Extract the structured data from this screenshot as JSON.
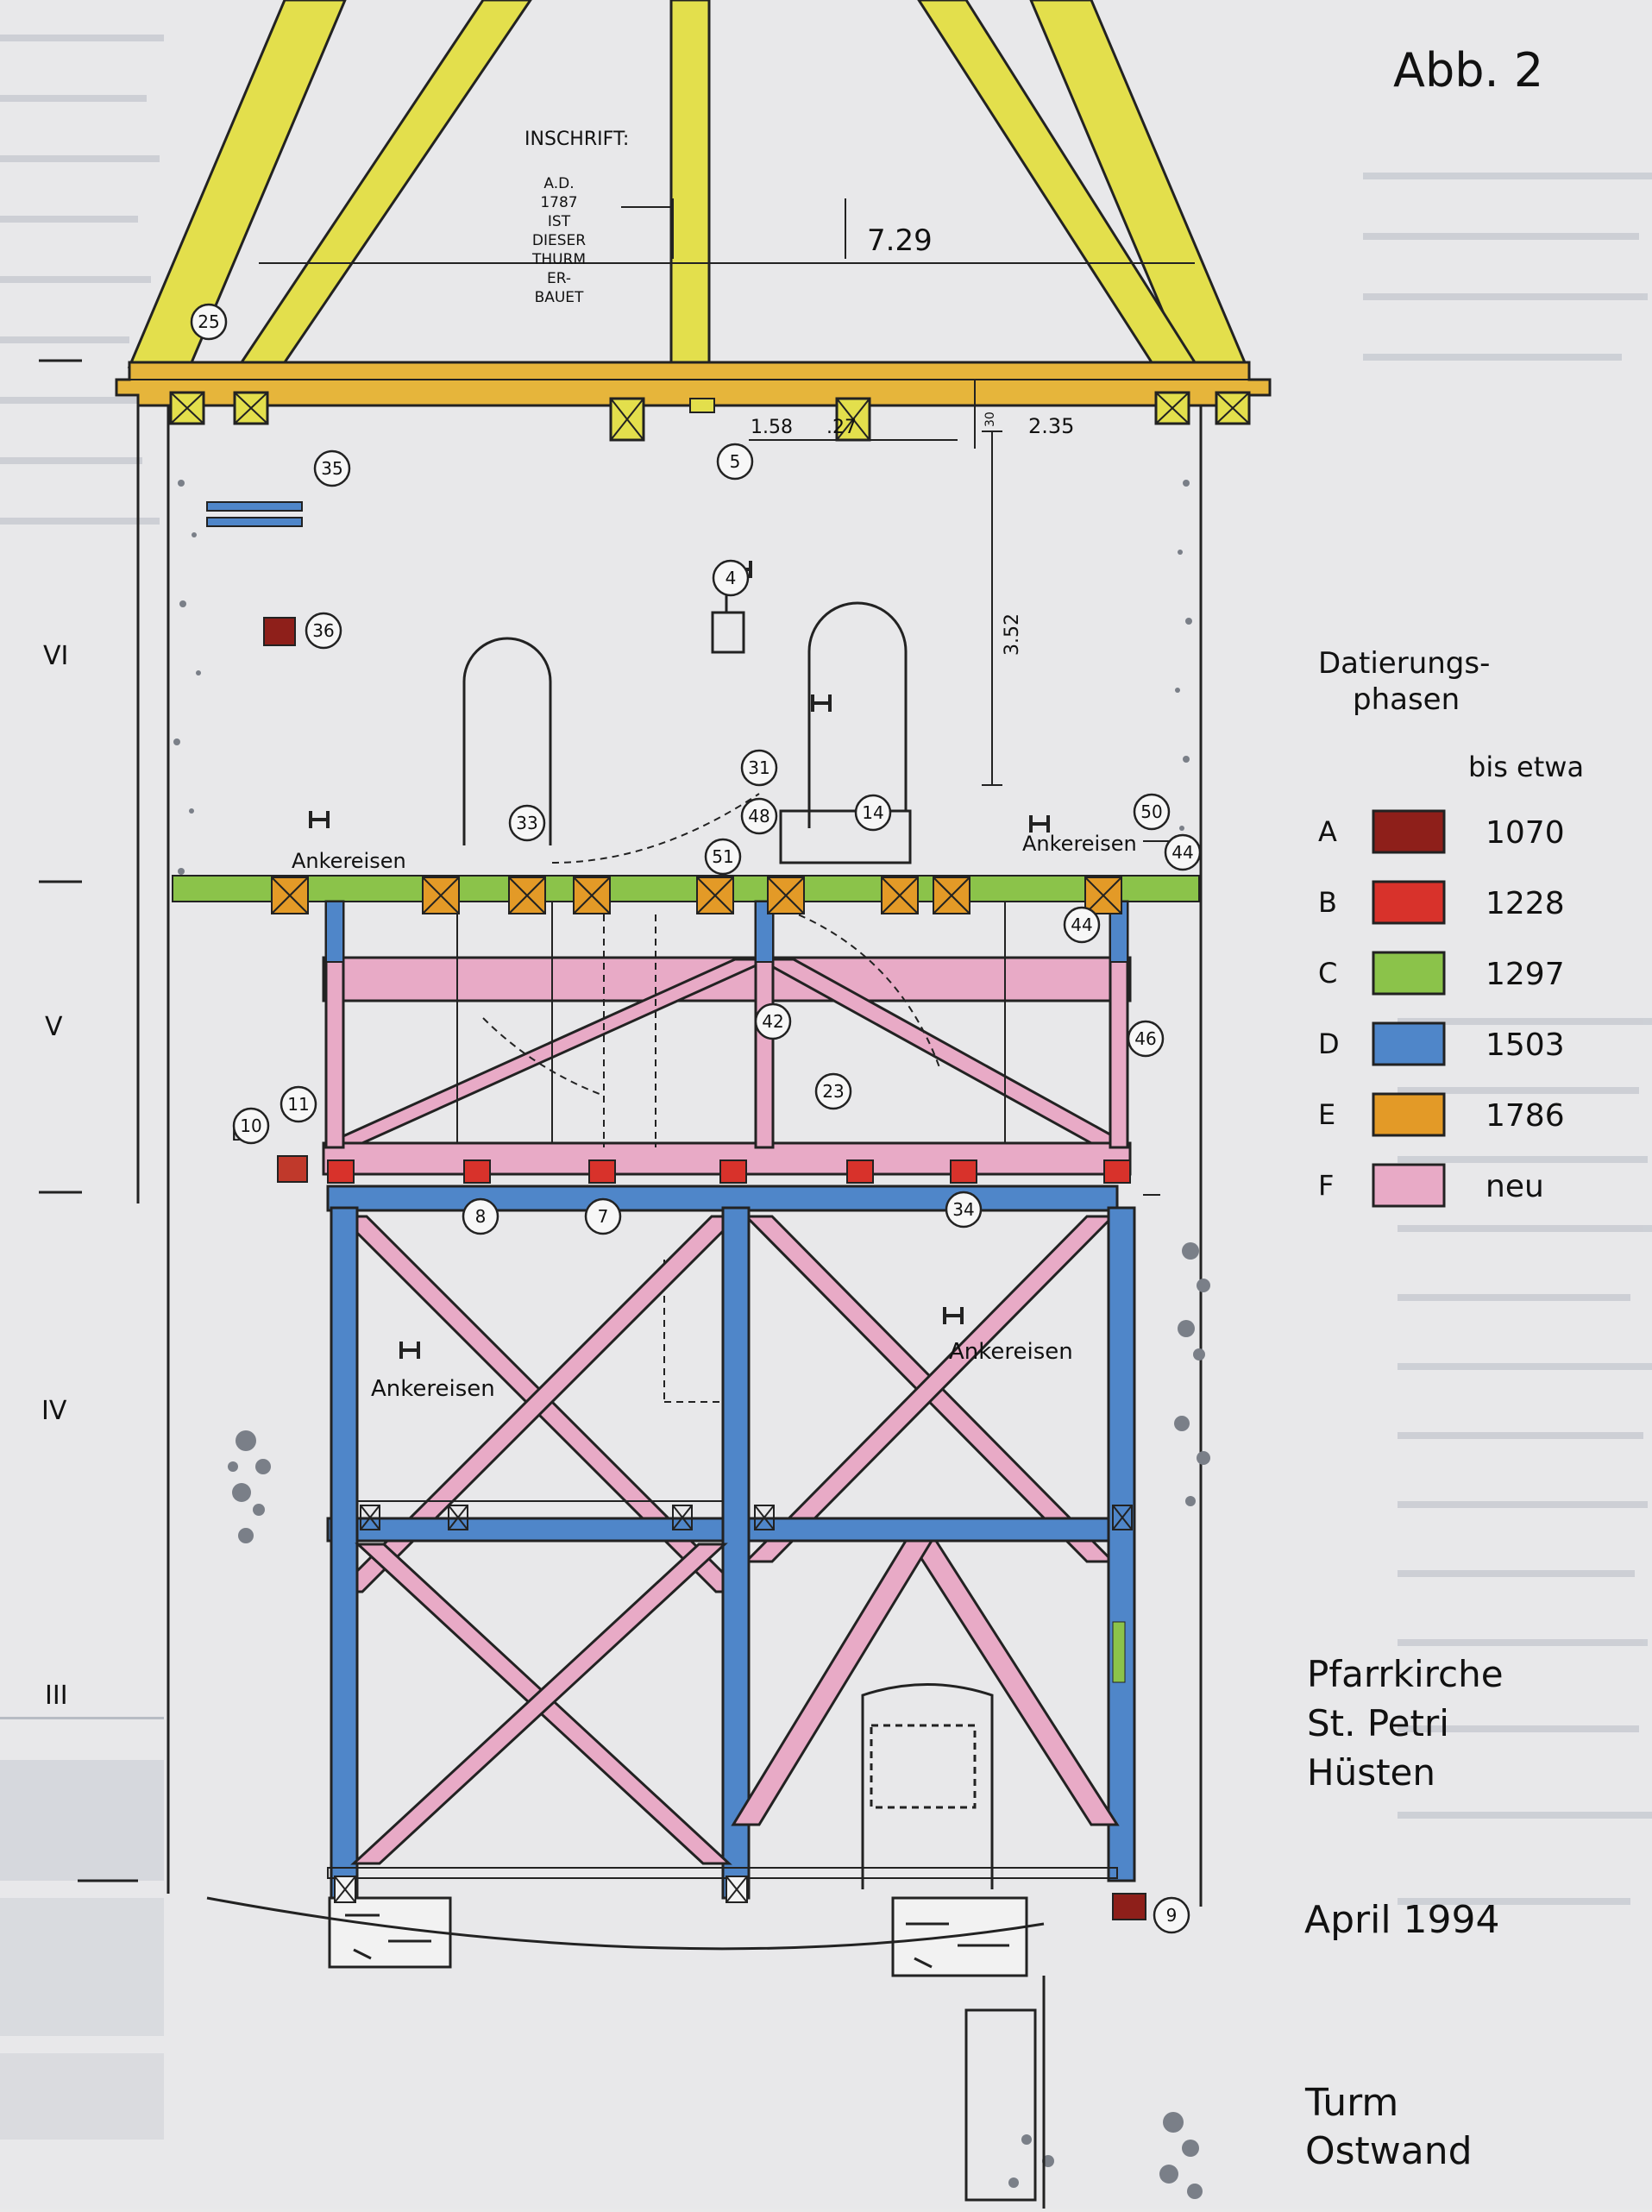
{
  "figure_label": "Abb. 2",
  "inscription": {
    "heading": "INSCHRIFT:",
    "lines": [
      "A.D.",
      "1787",
      "IST",
      "DIESER",
      "THURM",
      "ER-",
      "BAUET"
    ]
  },
  "dimensions": {
    "roof_width": "7.29",
    "bay_1": "1.58",
    "bay_2": ".27",
    "bay_3": "2.35",
    "vertical_1": "3.52",
    "vertical_2": "30"
  },
  "floors": {
    "vi": "VI",
    "v": "V",
    "iv": "IV",
    "iii": "III"
  },
  "labels": {
    "ankereisen_1": "Ankereisen",
    "ankereisen_2": "Ankereisen",
    "ankereisen_3": "Ankereisen",
    "ankereisen_4": "Ankereisen",
    "mark_b_upper": "B",
    "mark_b_lower": "B"
  },
  "markers": [
    "25",
    "35",
    "36",
    "5",
    "4",
    "31",
    "48",
    "14",
    "50",
    "33",
    "51",
    "44",
    "44",
    "42",
    "46",
    "23",
    "11",
    "10",
    "8",
    "7",
    "34",
    "9"
  ],
  "legend": {
    "title_1": "Datierungs-",
    "title_2": "phasen",
    "column_header": "bis etwa",
    "items": [
      {
        "letter": "A",
        "year": "1070",
        "color": "#8e1f1a"
      },
      {
        "letter": "B",
        "year": "1228",
        "color": "#d8322b"
      },
      {
        "letter": "C",
        "year": "1297",
        "color": "#8bc34a"
      },
      {
        "letter": "D",
        "year": "1503",
        "color": "#4f86c9"
      },
      {
        "letter": "E",
        "year": "1786",
        "color": "#e39a27"
      },
      {
        "letter": "F",
        "year": "neu",
        "color": "#e8aac6"
      }
    ]
  },
  "caption": {
    "church_1": "Pfarrkirche",
    "church_2": "St. Petri",
    "church_3": "Hüsten",
    "date": "April 1994",
    "view_1": "Turm",
    "view_2": "Ostwand"
  }
}
